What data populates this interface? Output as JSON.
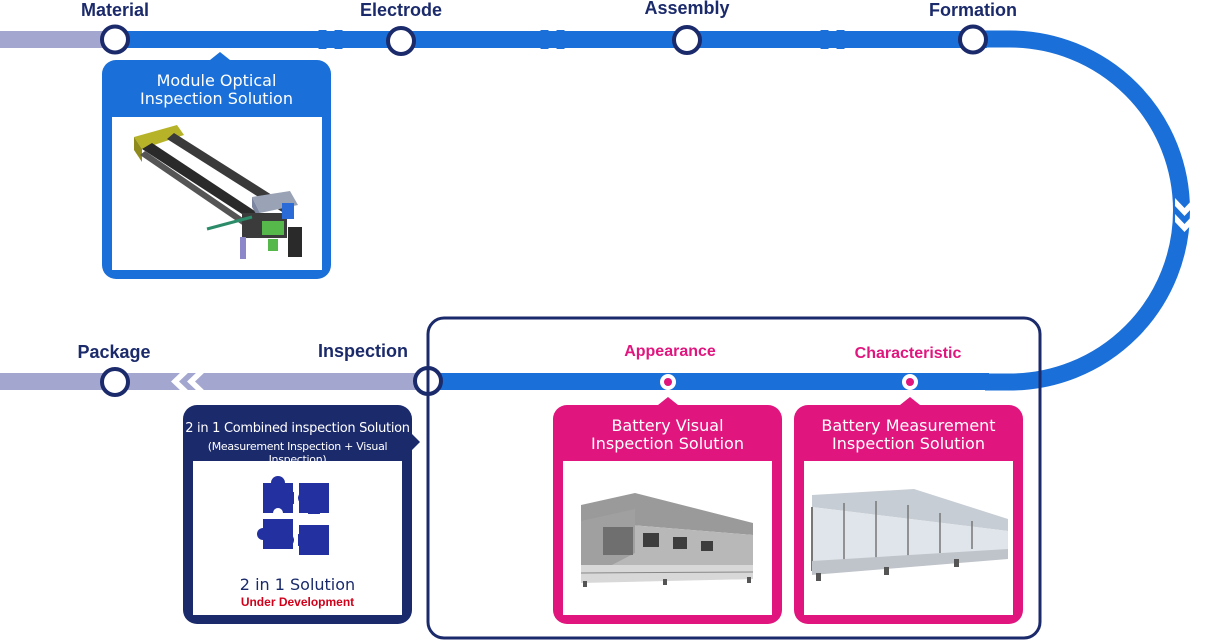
{
  "stages": {
    "material": "Material",
    "electrode": "Electrode",
    "assembly": "Assembly",
    "formation": "Formation",
    "inspection": "Inspection",
    "package": "Package"
  },
  "sub_stages": {
    "appearance": "Appearance",
    "characteristic": "Characteristic"
  },
  "cards": {
    "module_optical": {
      "title_line1": "Module Optical",
      "title_line2": "Inspection Solution"
    },
    "combined": {
      "title_line1": "2 in 1 Combined inspection Solution",
      "title_line2": "(Measurement Inspection + Visual Inspection)",
      "solution": "2 in 1 Solution",
      "status": "Under Development"
    },
    "visual": {
      "title_line1": "Battery Visual",
      "title_line2": "Inspection Solution"
    },
    "measurement": {
      "title_line1": "Battery Measurement",
      "title_line2": "Inspection Solution"
    }
  },
  "colors": {
    "flow_blue": "#1a6fd8",
    "flow_muted": "#a3a6cf",
    "navy": "#1b2a6b",
    "magenta": "#e0157e",
    "status_red": "#d0021b"
  },
  "icons": {
    "direction": "chevron-right-icon",
    "puzzle": "puzzle-icon"
  }
}
